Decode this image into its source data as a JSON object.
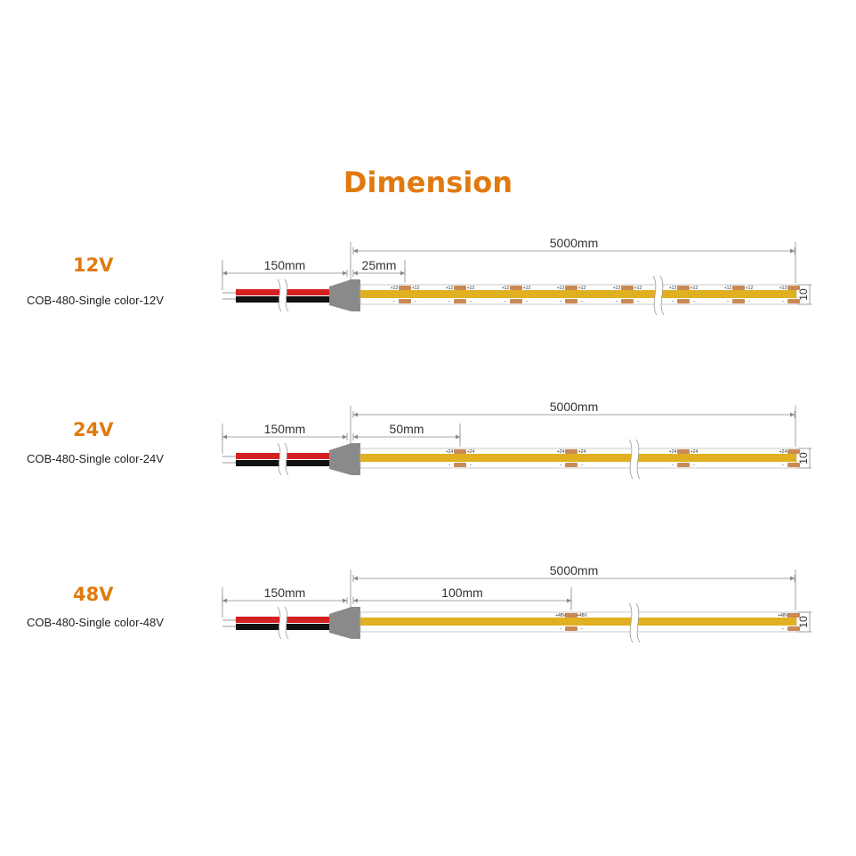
{
  "title": "Dimension",
  "colors": {
    "accent": "#e07a10",
    "strip": "#e0b020",
    "wire_red": "#d42020",
    "wire_black": "#111111",
    "connector": "#8a8a8a",
    "pad": "#c98a55",
    "line": "#888888",
    "text": "#333333"
  },
  "rows": [
    {
      "voltage": "12V",
      "model": "COB-480-Single color-12V",
      "wire_length": "150mm",
      "cut_length": "25mm",
      "total_length": "5000mm",
      "width": "10",
      "pad_plus": "+12",
      "pad_minus": "-"
    },
    {
      "voltage": "24V",
      "model": "COB-480-Single color-24V",
      "wire_length": "150mm",
      "cut_length": "50mm",
      "total_length": "5000mm",
      "width": "10",
      "pad_plus": "+24",
      "pad_minus": "-"
    },
    {
      "voltage": "48V",
      "model": "COB-480-Single color-48V",
      "wire_length": "150mm",
      "cut_length": "100mm",
      "total_length": "5000mm",
      "width": "10",
      "pad_plus": "+48V",
      "pad_minus": "-"
    }
  ]
}
